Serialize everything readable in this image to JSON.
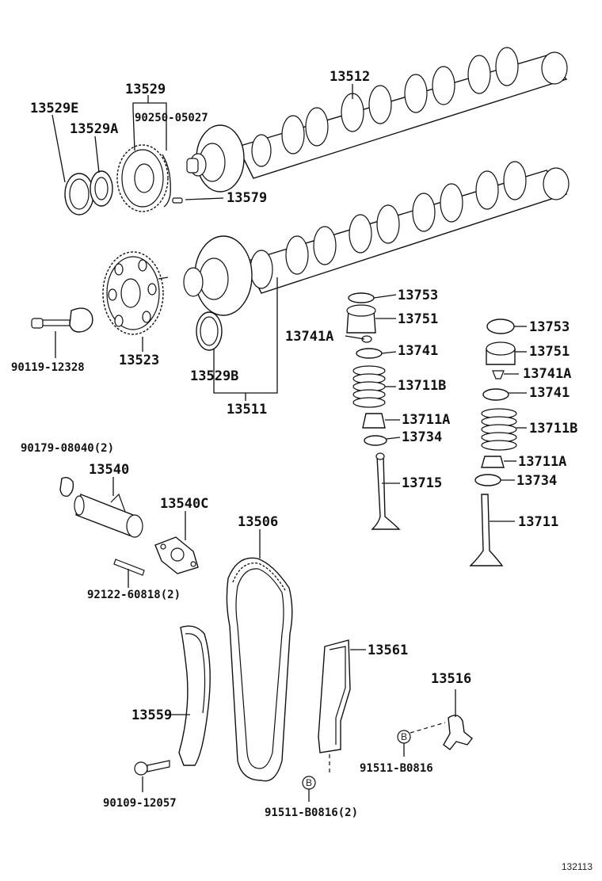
{
  "labels": {
    "p13529": "13529",
    "p13512": "13512",
    "p13529E": "13529E",
    "p13529A": "13529A",
    "p90250": "90250-05027",
    "p13579": "13579",
    "p13753a": "13753",
    "p13751a": "13751",
    "p13741A_a": "13741A",
    "p13741a": "13741",
    "p13711Ba": "13711B",
    "p13711Aa": "13711A",
    "p13734a": "13734",
    "p13715": "13715",
    "p90119": "90119-12328",
    "p13523": "13523",
    "p13529B": "13529B",
    "p13511": "13511",
    "p13753b": "13753",
    "p13751b": "13751",
    "p13741A_b": "13741A",
    "p13741b": "13741",
    "p13711Bb": "13711B",
    "p13711Ab": "13711A",
    "p13734b": "13734",
    "p13711": "13711",
    "p90179": "90179-08040(2)",
    "p13540": "13540",
    "p13540C": "13540C",
    "p13506": "13506",
    "p92122": "92122-60818(2)",
    "p13561": "13561",
    "p13516": "13516",
    "p13559": "13559",
    "p91511a": "91511-B0816",
    "p90109": "90109-12057",
    "p91511b": "91511-B0816(2)",
    "marker_b": "B",
    "figure_number": "132113"
  }
}
